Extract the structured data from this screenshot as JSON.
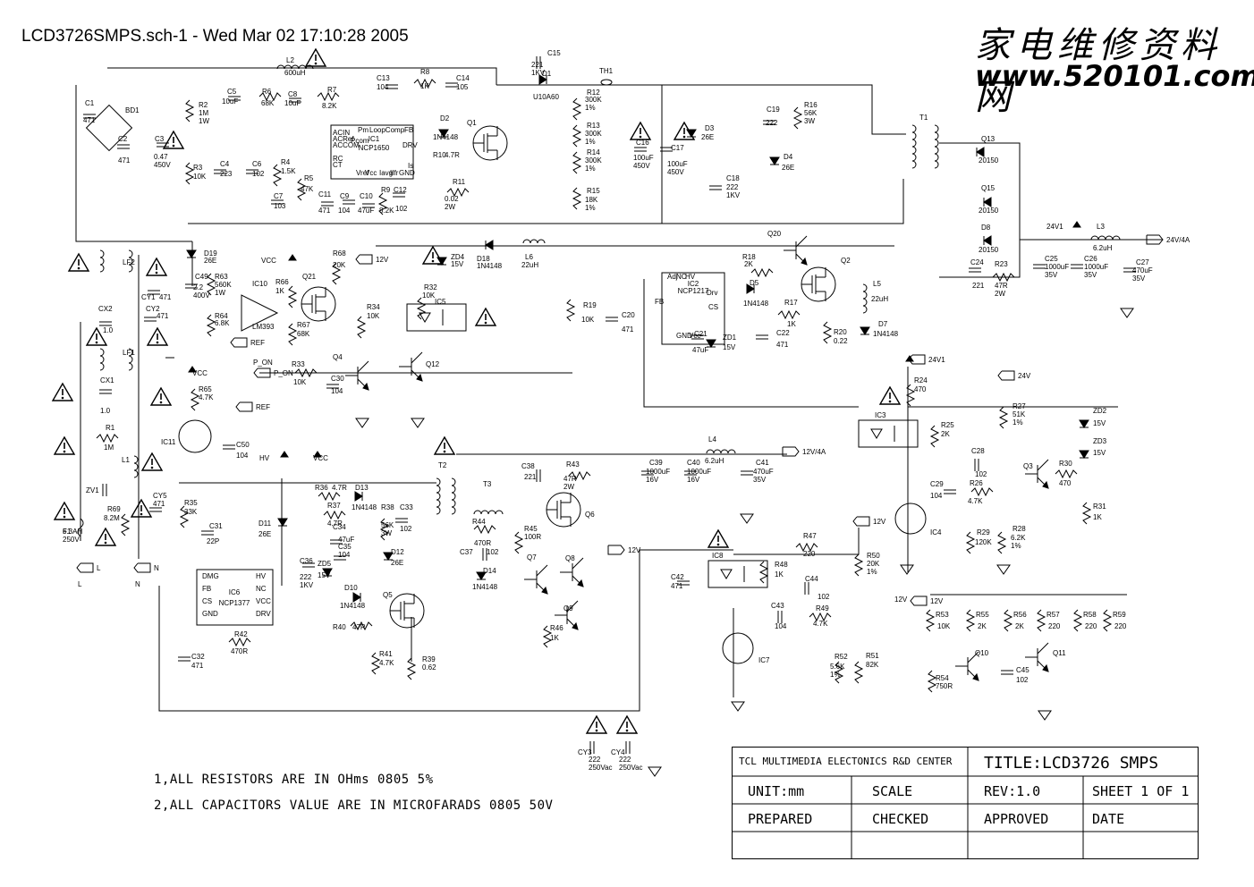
{
  "header": {
    "title": "LCD3726SMPS.sch-1 - Wed Mar 02 17:10:28 2005"
  },
  "watermark": {
    "chinese": "家电维修资料网",
    "url": "www.520101.com"
  },
  "notes": [
    "1,ALL RESISTORS ARE IN OHms 0805 5%",
    "2,ALL CAPACITORS VALUE ARE IN MICROFARADS 0805 50V"
  ],
  "title_block": {
    "company": "TCL MULTIMEDIA ELECTONICS R&D CENTER",
    "title": "TITLE:LCD3726 SMPS",
    "unit": "UNIT:mm",
    "scale": "SCALE",
    "rev": "REV:1.0",
    "sheet": "SHEET 1 OF 1",
    "prepared": "PREPARED",
    "checked": "CHECKED",
    "approved": "APPROVED",
    "date": "DATE"
  },
  "nets": {
    "vcc": "VCC",
    "hv": "HV",
    "p_on": "P_ON",
    "ref": "REF",
    "v12": "12V",
    "v12_4a": "12V/4A",
    "v24": "24V",
    "v24v1": "24V1",
    "v24_4a": "24V/4A",
    "L": "L",
    "N": "N"
  },
  "ics": {
    "ic1": {
      "ref": "IC1",
      "part": "NCP1650"
    },
    "ic2": {
      "ref": "IC2",
      "part": "NCP1217"
    },
    "ic6": {
      "ref": "IC6",
      "part": "NCP1377"
    },
    "ic10": {
      "ref": "IC10",
      "part": "LM393"
    },
    "ic3": {
      "ref": "IC3"
    },
    "ic4": {
      "ref": "IC4"
    },
    "ic5": {
      "ref": "IC5"
    },
    "ic7": {
      "ref": "IC7"
    },
    "ic8": {
      "ref": "IC8"
    },
    "ic11": {
      "ref": "IC11"
    }
  },
  "ic_pins": {
    "ic1": [
      "Pm",
      "LoopComp",
      "FB",
      "ACIN",
      "ACRef",
      "ACCOM",
      "RC",
      "CT",
      "Vref",
      "Vcc",
      "Iavg",
      "IIfr",
      "Is",
      "GND",
      "DRV",
      "Pcom"
    ],
    "ic2": [
      "Adj",
      "NC",
      "HV",
      "FB",
      "GND",
      "Vcc",
      "Drv",
      "CS"
    ],
    "ic6": [
      "DMG",
      "FB",
      "CS",
      "GND",
      "HV",
      "NC",
      "VCC",
      "DRV"
    ]
  },
  "components": [
    {
      "ref": "C1",
      "value": "471"
    },
    {
      "ref": "BD1",
      "value": ""
    },
    {
      "ref": "C2",
      "value": "471"
    },
    {
      "ref": "C3",
      "value": "0.47 450V"
    },
    {
      "ref": "L2",
      "value": "600uH"
    },
    {
      "ref": "R2",
      "value": "1M 1W"
    },
    {
      "ref": "C5",
      "value": "10uF"
    },
    {
      "ref": "R6",
      "value": "68K"
    },
    {
      "ref": "C8",
      "value": "10uF"
    },
    {
      "ref": "R7",
      "value": "8.2K"
    },
    {
      "ref": "C13",
      "value": "104"
    },
    {
      "ref": "R8",
      "value": "1K"
    },
    {
      "ref": "C14",
      "value": "105"
    },
    {
      "ref": "R3",
      "value": "10K"
    },
    {
      "ref": "C4",
      "value": "223"
    },
    {
      "ref": "C6",
      "value": "102"
    },
    {
      "ref": "R4",
      "value": "1.5K"
    },
    {
      "ref": "R5",
      "value": "47K"
    },
    {
      "ref": "C7",
      "value": "103"
    },
    {
      "ref": "C11",
      "value": "471"
    },
    {
      "ref": "C9",
      "value": "104"
    },
    {
      "ref": "C10",
      "value": "47uF"
    },
    {
      "ref": "R9",
      "value": "8.2K"
    },
    {
      "ref": "C12",
      "value": "102"
    },
    {
      "ref": "D2",
      "value": "1N4148"
    },
    {
      "ref": "R10",
      "value": "4.7R"
    },
    {
      "ref": "R11",
      "value": "0.02 2W"
    },
    {
      "ref": "Q1",
      "value": ""
    },
    {
      "ref": "C15",
      "value": "221 1KV"
    },
    {
      "ref": "D1",
      "value": "U10A60"
    },
    {
      "ref": "TH1",
      "value": ""
    },
    {
      "ref": "R12",
      "value": "300K 1%"
    },
    {
      "ref": "R13",
      "value": "300K 1%"
    },
    {
      "ref": "R14",
      "value": "300K 1%"
    },
    {
      "ref": "R15",
      "value": "18K 1%"
    },
    {
      "ref": "C16",
      "value": "100uF 450V"
    },
    {
      "ref": "C17",
      "value": "100uF 450V"
    },
    {
      "ref": "D3",
      "value": "26E"
    },
    {
      "ref": "C18",
      "value": "222 1KV"
    },
    {
      "ref": "C19",
      "value": "222"
    },
    {
      "ref": "R16",
      "value": "56K 3W"
    },
    {
      "ref": "D4",
      "value": "26E"
    },
    {
      "ref": "T1",
      "value": ""
    },
    {
      "ref": "Q13",
      "value": "20150"
    },
    {
      "ref": "Q15",
      "value": "20150"
    },
    {
      "ref": "D8",
      "value": "20150"
    },
    {
      "ref": "L3",
      "value": "6.2uH"
    },
    {
      "ref": "C24",
      "value": "221"
    },
    {
      "ref": "R23",
      "value": "47R 2W"
    },
    {
      "ref": "C25",
      "value": "1000uF 35V"
    },
    {
      "ref": "C26",
      "value": "1000uF 35V"
    },
    {
      "ref": "C27",
      "value": "470uF 35V"
    },
    {
      "ref": "D19",
      "value": "26E"
    },
    {
      "ref": "C49",
      "value": "2.2 400V"
    },
    {
      "ref": "R63",
      "value": "560K 1W"
    },
    {
      "ref": "R64",
      "value": "6.8K"
    },
    {
      "ref": "R66",
      "value": "1K"
    },
    {
      "ref": "Q21",
      "value": ""
    },
    {
      "ref": "R67",
      "value": "68K"
    },
    {
      "ref": "R68",
      "value": "20K"
    },
    {
      "ref": "ZD4",
      "value": "15V"
    },
    {
      "ref": "D18",
      "value": "1N4148"
    },
    {
      "ref": "L6",
      "value": "22uH"
    },
    {
      "ref": "R32",
      "value": "10K"
    },
    {
      "ref": "R34",
      "value": "10K"
    },
    {
      "ref": "R33",
      "value": "10K"
    },
    {
      "ref": "C30",
      "value": "104"
    },
    {
      "ref": "Q4",
      "value": ""
    },
    {
      "ref": "Q12",
      "value": ""
    },
    {
      "ref": "R19",
      "value": "10K"
    },
    {
      "ref": "C20",
      "value": "471"
    },
    {
      "ref": "C21",
      "value": "47uF"
    },
    {
      "ref": "ZD1",
      "value": "15V"
    },
    {
      "ref": "R18",
      "value": "2K"
    },
    {
      "ref": "D5",
      "value": "1N4148"
    },
    {
      "ref": "R17",
      "value": "1K"
    },
    {
      "ref": "C22",
      "value": "471"
    },
    {
      "ref": "Q20",
      "value": ""
    },
    {
      "ref": "Q2",
      "value": ""
    },
    {
      "ref": "R20",
      "value": "0.22"
    },
    {
      "ref": "L5",
      "value": "22uH"
    },
    {
      "ref": "D7",
      "value": "1N4148"
    },
    {
      "ref": "LF2",
      "value": ""
    },
    {
      "ref": "CY1",
      "value": "471"
    },
    {
      "ref": "CX2",
      "value": "1.0"
    },
    {
      "ref": "CY2",
      "value": "471"
    },
    {
      "ref": "LF1",
      "value": ""
    },
    {
      "ref": "CX1",
      "value": "1.0"
    },
    {
      "ref": "R1",
      "value": "1M"
    },
    {
      "ref": "L1",
      "value": ""
    },
    {
      "ref": "ZV1",
      "value": ""
    },
    {
      "ref": "R69",
      "value": "8.2M"
    },
    {
      "ref": "CY5",
      "value": "471"
    },
    {
      "ref": "F1",
      "value": "6.3AH 250V"
    },
    {
      "ref": "R65",
      "value": "4.7K"
    },
    {
      "ref": "C50",
      "value": "104"
    },
    {
      "ref": "R35",
      "value": "33K"
    },
    {
      "ref": "C31",
      "value": "22P"
    },
    {
      "ref": "D11",
      "value": "26E"
    },
    {
      "ref": "R36",
      "value": "4.7R"
    },
    {
      "ref": "D13",
      "value": "1N4148"
    },
    {
      "ref": "R37",
      "value": "4.7R"
    },
    {
      "ref": "C34",
      "value": "47uF"
    },
    {
      "ref": "C35",
      "value": "104"
    },
    {
      "ref": "ZD5",
      "value": "15V"
    },
    {
      "ref": "C36",
      "value": "222 1KV"
    },
    {
      "ref": "R38",
      "value": "56K 3W"
    },
    {
      "ref": "C33",
      "value": "102"
    },
    {
      "ref": "D12",
      "value": "26E"
    },
    {
      "ref": "D10",
      "value": "1N4148"
    },
    {
      "ref": "R40",
      "value": "47R"
    },
    {
      "ref": "Q5",
      "value": ""
    },
    {
      "ref": "R42",
      "value": "470R"
    },
    {
      "ref": "C32",
      "value": "471"
    },
    {
      "ref": "R41",
      "value": "4.7K"
    },
    {
      "ref": "R39",
      "value": "0.62"
    },
    {
      "ref": "T2",
      "value": ""
    },
    {
      "ref": "T3",
      "value": ""
    },
    {
      "ref": "R44",
      "value": "470R"
    },
    {
      "ref": "C37",
      "value": "102"
    },
    {
      "ref": "D14",
      "value": "1N4148"
    },
    {
      "ref": "R45",
      "value": "100R"
    },
    {
      "ref": "C38",
      "value": "221"
    },
    {
      "ref": "R43",
      "value": "47R 2W"
    },
    {
      "ref": "Q6",
      "value": ""
    },
    {
      "ref": "Q7",
      "value": ""
    },
    {
      "ref": "Q8",
      "value": ""
    },
    {
      "ref": "Q9",
      "value": ""
    },
    {
      "ref": "R46",
      "value": "1K"
    },
    {
      "ref": "C39",
      "value": "1000uF 16V"
    },
    {
      "ref": "C40",
      "value": "1000uF 16V"
    },
    {
      "ref": "L4",
      "value": "6.2uH"
    },
    {
      "ref": "C41",
      "value": "470uF 35V"
    },
    {
      "ref": "C42",
      "value": "471"
    },
    {
      "ref": "R47",
      "value": "220"
    },
    {
      "ref": "R48",
      "value": "1K"
    },
    {
      "ref": "C44",
      "value": "102"
    },
    {
      "ref": "R50",
      "value": "20K 1%"
    },
    {
      "ref": "C43",
      "value": "104"
    },
    {
      "ref": "R49",
      "value": "4.7K"
    },
    {
      "ref": "R52",
      "value": "5.6K 1%"
    },
    {
      "ref": "R51",
      "value": "82K"
    },
    {
      "ref": "R24",
      "value": "470"
    },
    {
      "ref": "R25",
      "value": "2K"
    },
    {
      "ref": "C28",
      "value": "102"
    },
    {
      "ref": "C29",
      "value": "104"
    },
    {
      "ref": "R26",
      "value": "4.7K"
    },
    {
      "ref": "R27",
      "value": "51K 1%"
    },
    {
      "ref": "ZD2",
      "value": "15V"
    },
    {
      "ref": "ZD3",
      "value": "15V"
    },
    {
      "ref": "Q3",
      "value": ""
    },
    {
      "ref": "R30",
      "value": "470"
    },
    {
      "ref": "R31",
      "value": "1K"
    },
    {
      "ref": "R29",
      "value": "120K"
    },
    {
      "ref": "R28",
      "value": "6.2K 1%"
    },
    {
      "ref": "R53",
      "value": "10K"
    },
    {
      "ref": "R55",
      "value": "2K"
    },
    {
      "ref": "R56",
      "value": "2K"
    },
    {
      "ref": "R57",
      "value": "220"
    },
    {
      "ref": "R58",
      "value": "220"
    },
    {
      "ref": "R59",
      "value": "220"
    },
    {
      "ref": "Q10",
      "value": ""
    },
    {
      "ref": "Q11",
      "value": ""
    },
    {
      "ref": "R54",
      "value": "750R"
    },
    {
      "ref": "C45",
      "value": "102"
    },
    {
      "ref": "CY3",
      "value": "222 250Vac"
    },
    {
      "ref": "CY4",
      "value": "222 250Vac"
    }
  ]
}
